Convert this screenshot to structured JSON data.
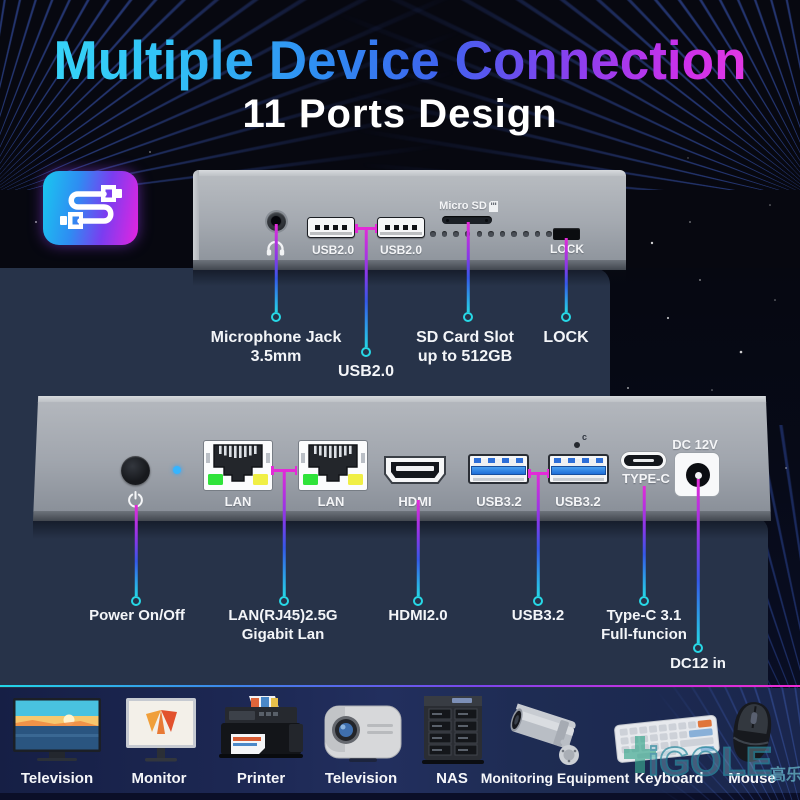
{
  "header": {
    "title": "Multiple Device Connection",
    "subtitle": "11 Ports Design"
  },
  "icon": {
    "name": "usb-cable-icon"
  },
  "top_device": {
    "usb1_label": "USB2.0",
    "usb2_label": "USB2.0",
    "microsd_label": "Micro SD",
    "lock_label": "LOCK"
  },
  "top_callouts": {
    "mic": {
      "line1": "Microphone Jack",
      "line2": "3.5mm"
    },
    "usb": {
      "line1": "USB2.0"
    },
    "sd": {
      "line1": "SD Card Slot",
      "line2": "up to 512GB"
    },
    "lock": {
      "line1": "LOCK"
    }
  },
  "bottom_device": {
    "lan1_label": "LAN",
    "lan2_label": "LAN",
    "hdmi_label": "HDMI",
    "usb1_label": "USB3.2",
    "usb2_label": "USB3.2",
    "typec_label": "TYPE-C",
    "dc_label": "DC 12V",
    "reset_label": "c"
  },
  "bottom_callouts": {
    "power": {
      "line1": "Power On/Off"
    },
    "lan": {
      "line1": "LAN(RJ45)2.5G",
      "line2": "Gigabit Lan"
    },
    "hdmi": {
      "line1": "HDMI2.0"
    },
    "usb": {
      "line1": "USB3.2"
    },
    "typec": {
      "line1": "Type-C 3.1",
      "line2": "Full-funcion"
    },
    "dc": {
      "line1": "DC12 in"
    }
  },
  "devices_row": {
    "items": [
      {
        "label": "Television"
      },
      {
        "label": "Monitor"
      },
      {
        "label": "Printer"
      },
      {
        "label": "Television"
      },
      {
        "label": "NAS"
      },
      {
        "label": "Monitoring Equipment"
      },
      {
        "label": "Keyboard"
      },
      {
        "label": "Mouse"
      }
    ]
  },
  "watermark": {
    "latin": "iGOLE",
    "cjk": "高乐"
  },
  "colors": {
    "accent_cyan": "#27d8e6",
    "accent_magenta": "#e42ad8",
    "panel_navy": "#273349",
    "title_gradient_start": "#35d6f7",
    "title_gradient_end": "#ef3ce2",
    "device_gray": "#a4a9b0",
    "band_blue": "#202d59"
  }
}
